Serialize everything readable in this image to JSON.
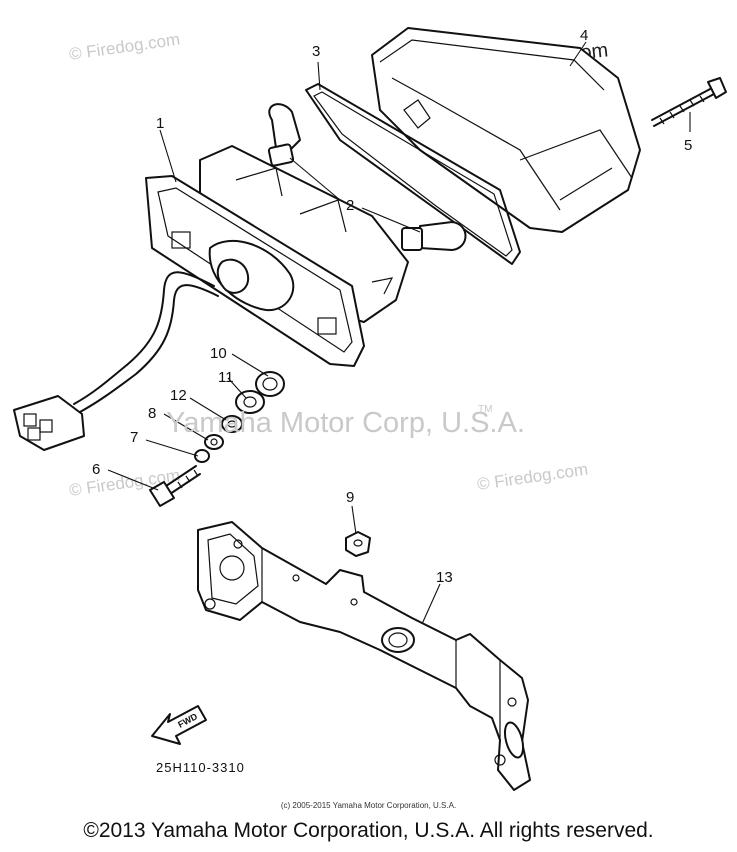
{
  "watermarks": {
    "firedog_top_left": "© Firedog.com",
    "firedog_top_right": "© Firedog.com",
    "firedog_mid_left": "© Firedog.com",
    "firedog_mid_right": "© Firedog.com",
    "yamaha_center": "Yamaha Motor Corp, U.S.A.",
    "tm_mark": "TM"
  },
  "callouts": [
    "1",
    "2",
    "3",
    "4",
    "5",
    "6",
    "7",
    "8",
    "9",
    "10",
    "11",
    "12",
    "13"
  ],
  "direction_label": "FWD",
  "drawing_number": "25H110-3310",
  "small_copyright": "(c) 2005-2015 Yamaha Motor Corporation, U.S.A.",
  "copyright": "©2013 Yamaha Motor Corporation, U.S.A. All rights reserved."
}
